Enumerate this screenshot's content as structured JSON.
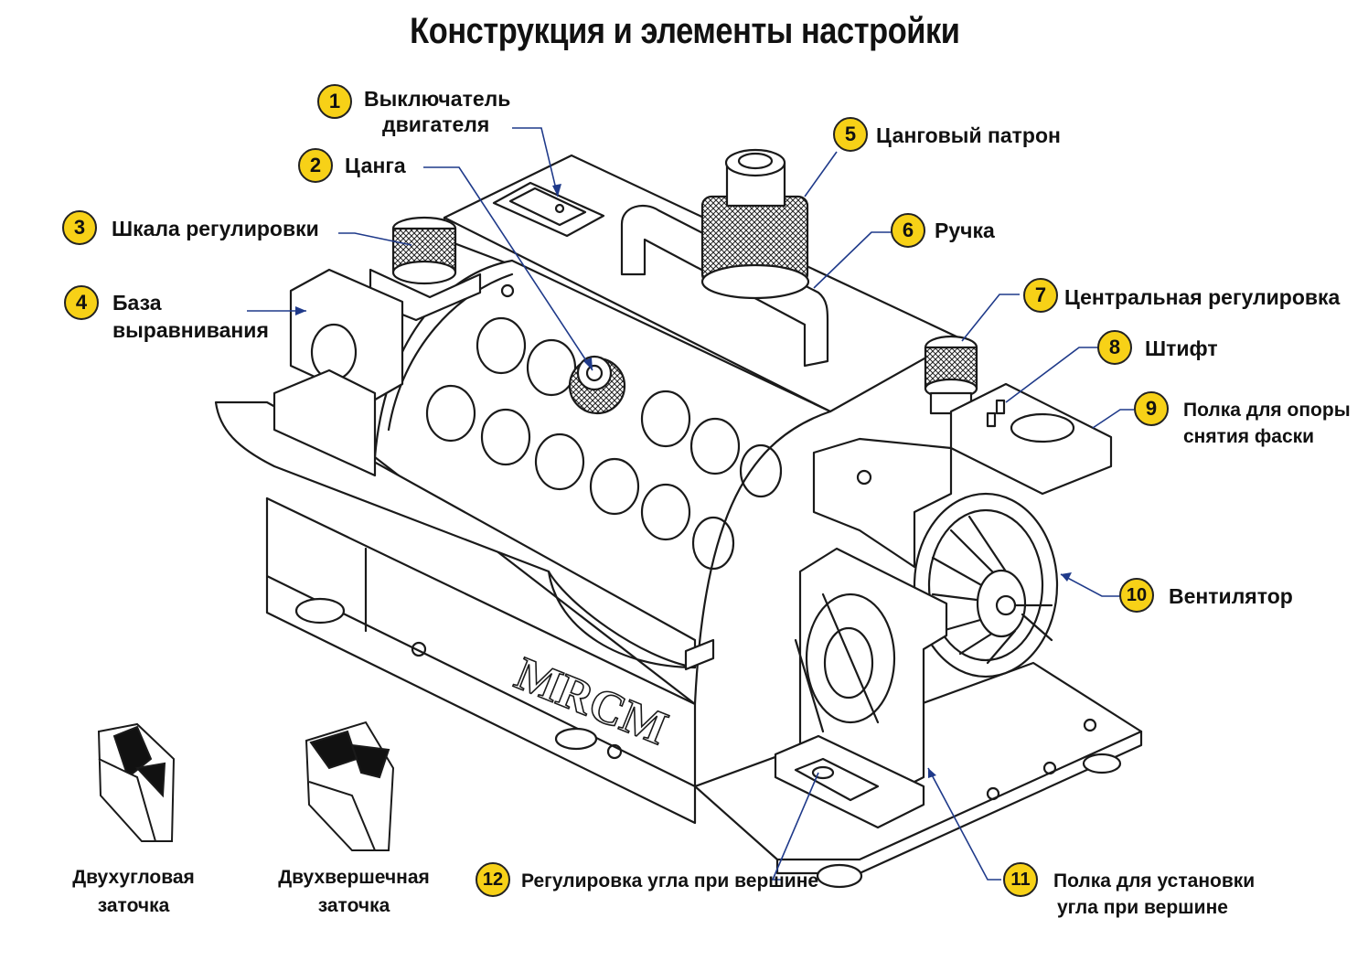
{
  "title": "Конструкция и элементы настройки",
  "brand": "MRCM",
  "accent_color": "#f7d117",
  "callouts": [
    {
      "num": "1",
      "lines": [
        "Выключатель",
        "двигателя"
      ]
    },
    {
      "num": "2",
      "lines": [
        "Цанга"
      ]
    },
    {
      "num": "3",
      "lines": [
        "Шкала регулировки"
      ]
    },
    {
      "num": "4",
      "lines": [
        "База",
        "выравнивания"
      ]
    },
    {
      "num": "5",
      "lines": [
        "Цанговый патрон"
      ]
    },
    {
      "num": "6",
      "lines": [
        "Ручка"
      ]
    },
    {
      "num": "7",
      "lines": [
        "Центральная регулировка"
      ]
    },
    {
      "num": "8",
      "lines": [
        "Штифт"
      ]
    },
    {
      "num": "9",
      "lines": [
        "Полка для опоры",
        "снятия фаски"
      ]
    },
    {
      "num": "10",
      "lines": [
        "Вентилятор"
      ]
    },
    {
      "num": "11",
      "lines": [
        "Полка для установки",
        "угла при вершине"
      ]
    },
    {
      "num": "12",
      "lines": [
        "Регулировка угла при вершине"
      ]
    }
  ],
  "drill_examples": [
    {
      "lines": [
        "Двухугловая",
        "заточка"
      ]
    },
    {
      "lines": [
        "Двухвершечная",
        "заточка"
      ]
    }
  ]
}
